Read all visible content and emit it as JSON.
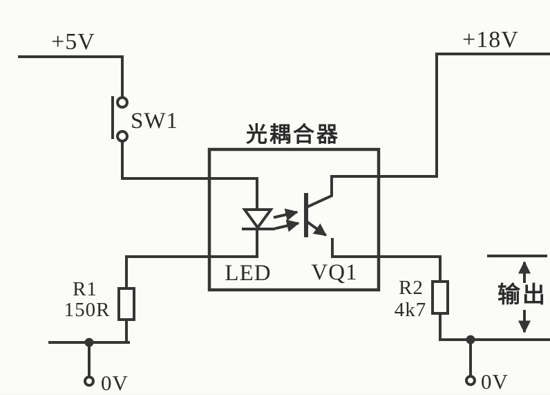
{
  "diagram": {
    "type": "circuit-schematic",
    "title": "光耦合器",
    "labels": {
      "supply_left": "+5V",
      "supply_right": "+18V",
      "switch_ref": "SW1",
      "coupler_title": "光耦合器",
      "led_label": "LED",
      "transistor_ref": "VQ1",
      "r1_ref": "R1",
      "r1_value": "150R",
      "r2_ref": "R2",
      "r2_value": "4k7",
      "output_label": "输出",
      "ground_left": "0V",
      "ground_right": "0V"
    },
    "components": [
      {
        "ref": "SW1",
        "kind": "push-switch"
      },
      {
        "ref": "LED",
        "kind": "led-emitter"
      },
      {
        "ref": "VQ1",
        "kind": "phototransistor"
      },
      {
        "ref": "R1",
        "value": "150R",
        "kind": "resistor"
      },
      {
        "ref": "R2",
        "value": "4k7",
        "kind": "resistor"
      }
    ],
    "colors": {
      "line": "#353535",
      "text": "#2b2b2b",
      "background": "#fbfbf8"
    }
  }
}
